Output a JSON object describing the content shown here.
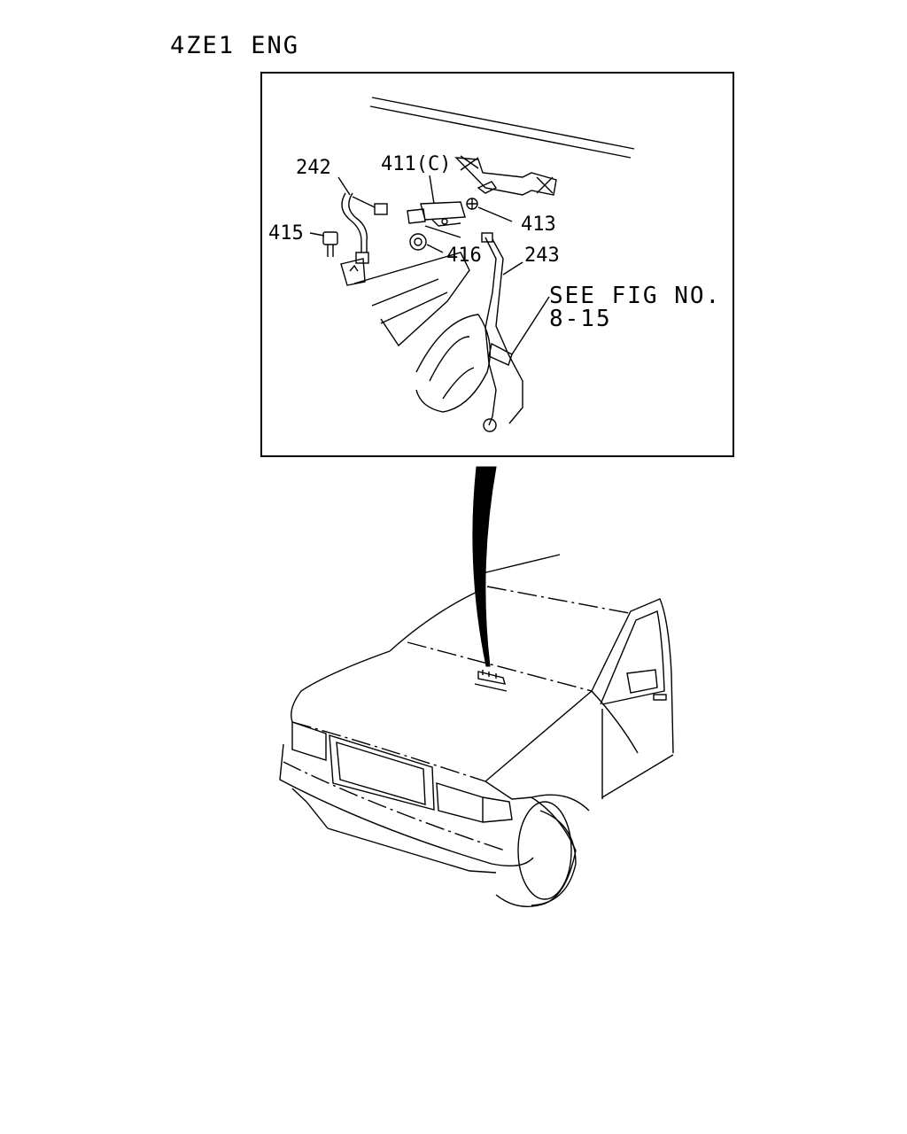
{
  "header": {
    "title": "4ZE1 ENG"
  },
  "callouts": {
    "p242": "242",
    "p411": "411(C)",
    "p413": "413",
    "p415": "415",
    "p416": "416",
    "p243": "243",
    "see_line1": "SEE FIG NO.",
    "see_line2": "8-15"
  }
}
